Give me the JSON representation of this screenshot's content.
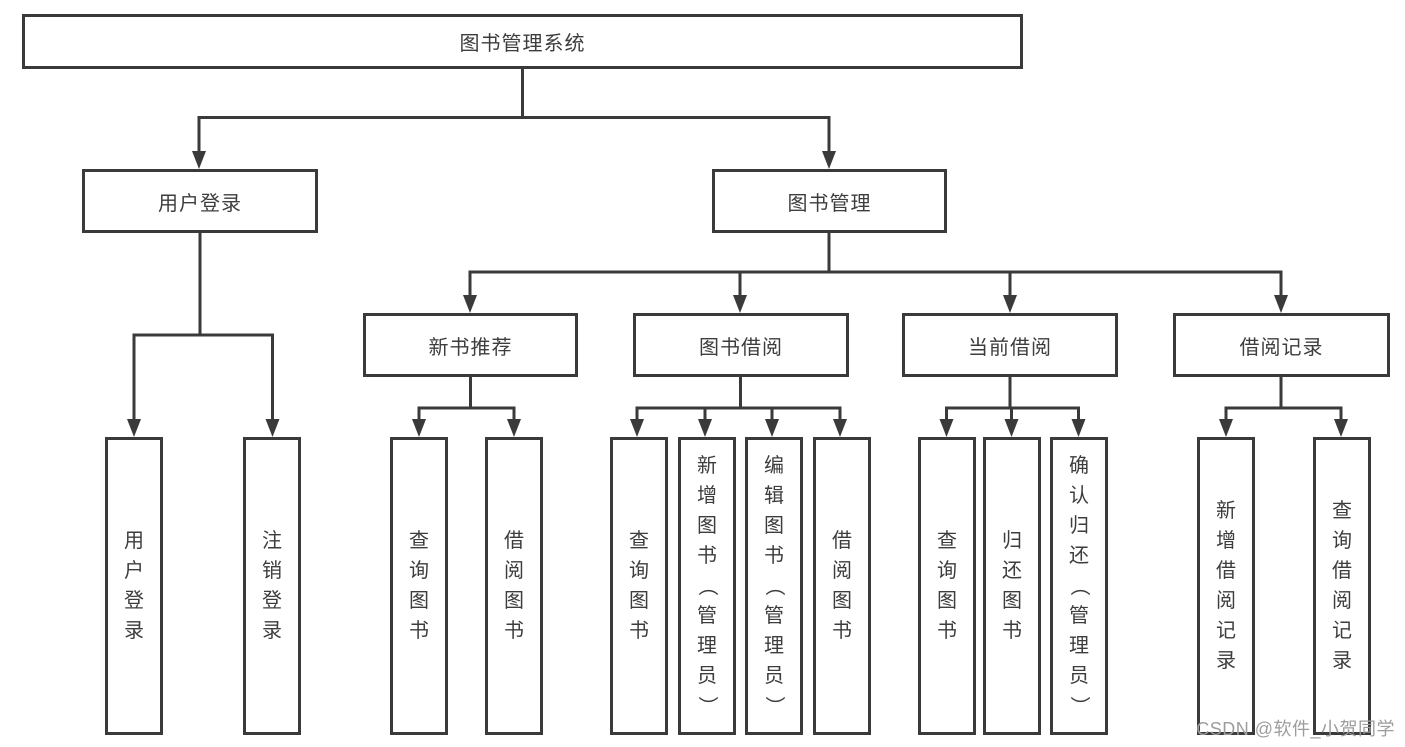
{
  "nodes": {
    "root": "图书管理系统",
    "level2": {
      "user_login": "用户登录",
      "book_mgmt": "图书管理"
    },
    "level3": {
      "new_books": "新书推荐",
      "borrowing": "图书借阅",
      "current": "当前借阅",
      "records": "借阅记录"
    },
    "leaves": {
      "user_login": "用户登录",
      "logout": "注销登录",
      "nb_query": "查询图书",
      "nb_borrow": "借阅图书",
      "bb_query": "查询图书",
      "bb_add": "新增图书（管理员）",
      "bb_edit": "编辑图书（管理员）",
      "bb_borrow": "借阅图书",
      "cb_query": "查询图书",
      "cb_return": "归还图书",
      "cb_confirm": "确认归还（管理员）",
      "br_add": "新增借阅记录",
      "br_query": "查询借阅记录"
    }
  },
  "watermark": {
    "text": "CSDN @软件_小贺同学"
  },
  "colors": {
    "line": "#3a3a3a",
    "text": "#3d3d3d",
    "watermark": "#9d9d9d",
    "background": "#ffffff"
  }
}
